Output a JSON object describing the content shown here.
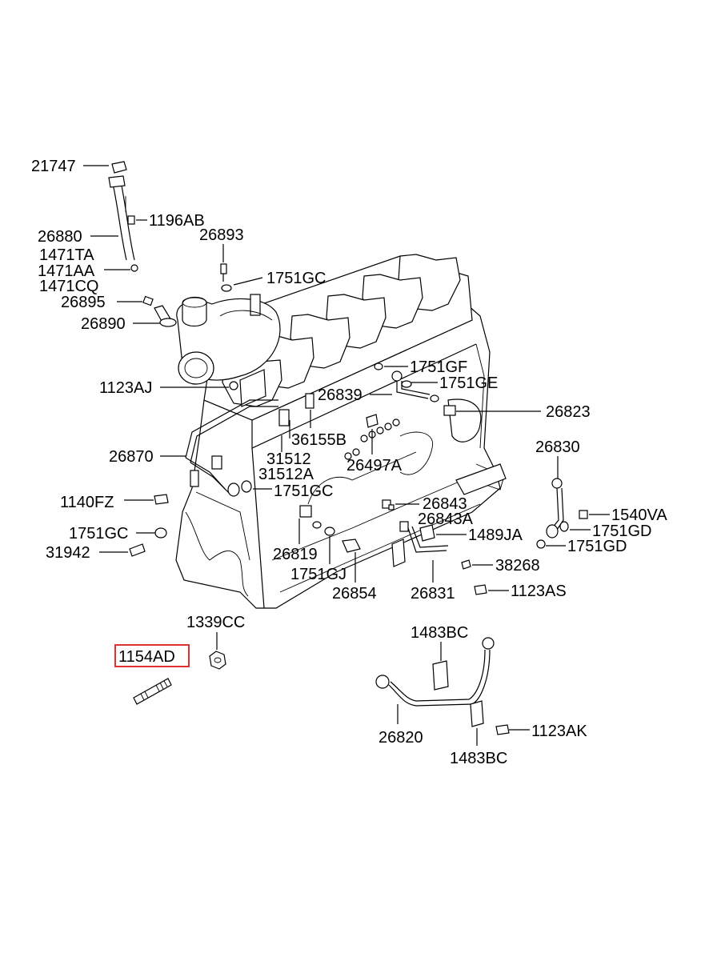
{
  "highlight_color": "#e03030",
  "highlighted_part": "1154AD",
  "labels": {
    "p21747": "21747",
    "p1196AB": "1196AB",
    "p26880": "26880",
    "p26893": "26893",
    "p1471TA": "1471TA",
    "p1471AA": "1471AA",
    "p1471CQ": "1471CQ",
    "p1751GC_top": "1751GC",
    "p26895": "26895",
    "p26890": "26890",
    "p1751GF": "1751GF",
    "p1751GE": "1751GE",
    "p26839": "26839",
    "p1123AJ": "1123AJ",
    "p26823": "26823",
    "p36155B": "36155B",
    "p26870": "26870",
    "p31512": "31512",
    "p31512A": "31512A",
    "p26497A": "26497A",
    "p26830": "26830",
    "p1140FZ": "1140FZ",
    "p1751GC_mid": "1751GC",
    "p26843": "26843",
    "p26843A": "26843A",
    "p1540VA": "1540VA",
    "p1751GC_left": "1751GC",
    "p1489JA": "1489JA",
    "p1751GD_a": "1751GD",
    "p1751GD_b": "1751GD",
    "p31942": "31942",
    "p26819": "26819",
    "p38268": "38268",
    "p1751GJ": "1751GJ",
    "p26854": "26854",
    "p26831": "26831",
    "p1123AS": "1123AS",
    "p1339CC": "1339CC",
    "p1483BC_top": "1483BC",
    "p1154AD": "1154AD",
    "p26820": "26820",
    "p1123AK": "1123AK",
    "p1483BC_bot": "1483BC"
  }
}
